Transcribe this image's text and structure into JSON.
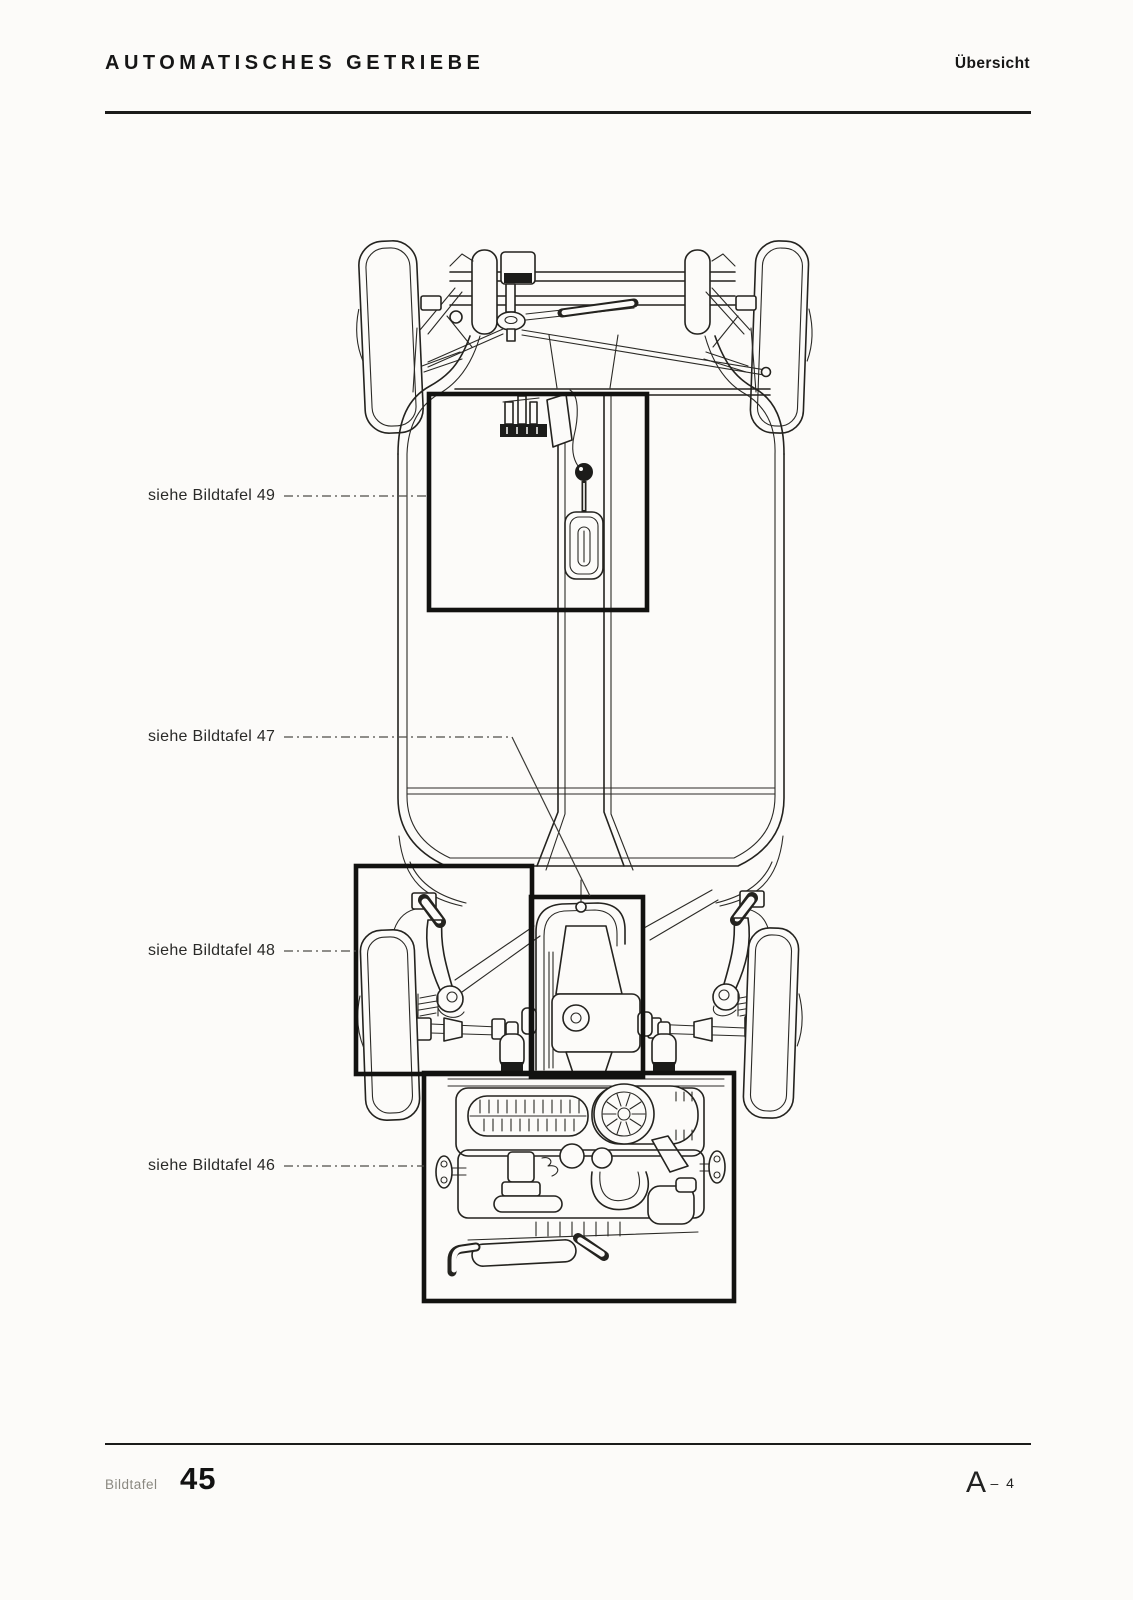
{
  "header": {
    "title": "AUTOMATISCHES GETRIEBE",
    "section": "Übersicht"
  },
  "callouts": [
    {
      "target": "49",
      "label": "siehe Bildtafel 49"
    },
    {
      "target": "47",
      "label": "siehe Bildtafel 47"
    },
    {
      "target": "48",
      "label": "siehe Bildtafel 48"
    },
    {
      "target": "46",
      "label": "siehe Bildtafel 46"
    }
  ],
  "footer": {
    "label": "Bildtafel",
    "number": "45",
    "page_ref_letter": "A",
    "page_ref_suffix": "– 4"
  },
  "colors": {
    "paper": "#fcfbf9",
    "ink": "#1d1d1b"
  }
}
